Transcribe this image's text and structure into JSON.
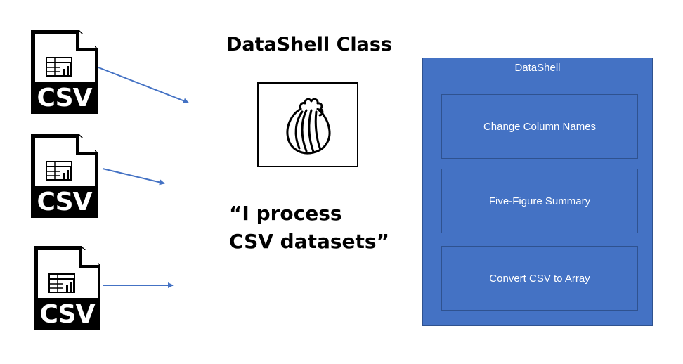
{
  "files": [
    {
      "label": "CSV"
    },
    {
      "label": "CSV"
    },
    {
      "label": "CSV"
    }
  ],
  "title": "DataShell Class",
  "quote_lines": [
    "“I process",
    "CSV datasets”"
  ],
  "shell": {
    "title": "DataShell",
    "methods": [
      "Change Column Names",
      "Five-Figure Summary",
      "Convert CSV to Array"
    ]
  },
  "colors": {
    "panel": "#4472c4",
    "panel_border": "#2f528f",
    "arrow": "#4472c4",
    "icon": "#000000"
  },
  "icons": [
    "csv-file-icon",
    "shell-icon",
    "arrow-icon"
  ]
}
